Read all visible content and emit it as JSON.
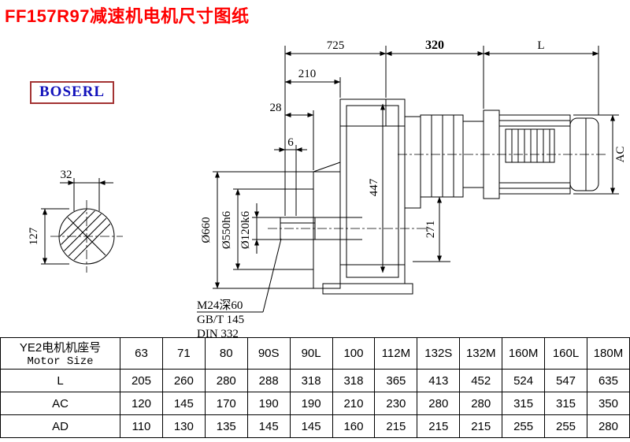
{
  "page": {
    "title": "FF157R97减速机电机尺寸图纸",
    "logo": "BOSERL"
  },
  "drawing": {
    "dims": {
      "d725": "725",
      "d320": "320",
      "dL": "L",
      "d210": "210",
      "d28": "28",
      "d6": "6",
      "dAC": "AC",
      "d447": "447",
      "d271": "271",
      "d660": "Ø660",
      "d550": "Ø550h6",
      "d120": "Ø120k6",
      "d32": "32",
      "d127": "127"
    },
    "notes": [
      "M24深60",
      "GB/T 145",
      "DIN 332"
    ]
  },
  "table": {
    "header": {
      "motor_size_cn": "YE2电机机座号",
      "motor_size_en": "Motor Size"
    },
    "columns": [
      "63",
      "71",
      "80",
      "90S",
      "90L",
      "100",
      "112M",
      "132S",
      "132M",
      "160M",
      "160L",
      "180M"
    ],
    "rows": [
      {
        "label": "L",
        "values": [
          "205",
          "260",
          "280",
          "288",
          "318",
          "318",
          "365",
          "413",
          "452",
          "524",
          "547",
          "635"
        ]
      },
      {
        "label": "AC",
        "values": [
          "120",
          "145",
          "170",
          "190",
          "190",
          "210",
          "230",
          "280",
          "280",
          "315",
          "315",
          "350"
        ]
      },
      {
        "label": "AD",
        "values": [
          "110",
          "130",
          "135",
          "145",
          "145",
          "160",
          "215",
          "215",
          "215",
          "255",
          "255",
          "280"
        ]
      }
    ]
  },
  "colors": {
    "title_red": "#ff0000",
    "logo_blue": "#1111bb",
    "logo_border_red": "#a33333",
    "line_black": "#000000"
  }
}
